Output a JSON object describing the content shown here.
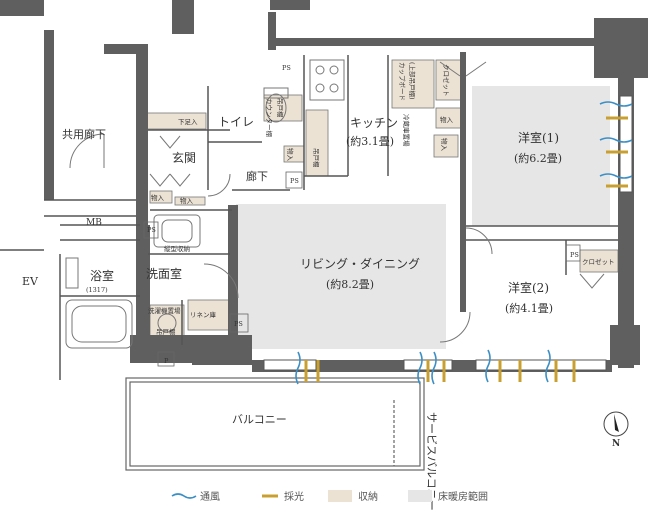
{
  "rooms": {
    "common_corridor": "共用廊下",
    "entrance": "玄関",
    "toilet": "トイレ",
    "hallway": "廊下",
    "kitchen": "キッチン",
    "kitchen_size": "(約3.1畳)",
    "living_dining": "リビング・ダイニング",
    "living_dining_size": "(約8.2畳)",
    "western1": "洋室(1)",
    "western1_size": "(約6.2畳)",
    "western2": "洋室(2)",
    "western2_size": "(約4.1畳)",
    "bathroom": "浴室",
    "bathroom_size": "(1317)",
    "washroom": "洗面室",
    "balcony": "バルコニー",
    "service_balcony": "サービスバルコニー",
    "ev": "EV",
    "mb": "MB"
  },
  "storage": {
    "shoe_box": "下足入",
    "storage": "物入",
    "counter_shelf": "カウンター棚",
    "hanging_shelf": "吊戸棚",
    "cupboard": "カップボード",
    "hanging_cupboard": "(上部吊戸棚)",
    "closet": "クロゼット",
    "fridge_space": "冷蔵庫置場",
    "linen": "リネン庫",
    "washer_space": "洗濯機置場",
    "vertical_storage": "縦型収納",
    "ps": "PS",
    "p": "P"
  },
  "legend": {
    "ventilation": "通風",
    "daylight": "採光",
    "storage": "収納",
    "floor_heating": "床暖房範囲"
  },
  "colors": {
    "wall": "#5f5f5f",
    "storage_fill": "#ebe2d4",
    "floor_heating_fill": "#e6e6e6",
    "ventilation": "#3b8fc4",
    "daylight": "#c9a030"
  },
  "icons": [
    "north-arrow-icon",
    "ventilation-icon",
    "daylight-icon"
  ]
}
